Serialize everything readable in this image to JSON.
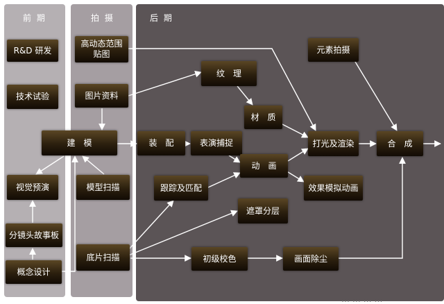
{
  "columns": {
    "pre": "前 期",
    "shoot": "拍 摄",
    "post": "后 期"
  },
  "nodes": {
    "rnd": "R&D 研发",
    "tech_test": "技术试验",
    "modeling": "建　模",
    "previs": "视觉预演",
    "storyboard": "分镜头故事板",
    "concept": "概念设计",
    "hdr": "高动态范围\n贴图",
    "photo_ref": "图片资料",
    "model_scan": "模型扫描",
    "plate_scan": "底片扫描",
    "texture": "纹　理",
    "material": "材　质",
    "assembly": "装　配",
    "mocap": "表演捕捉",
    "animation": "动　画",
    "tracking": "跟踪及匹配",
    "matte": "遮罩分层",
    "grading": "初级校色",
    "dust": "画面除尘",
    "lighting": "打光及渲染",
    "fx": "效果模拟动画",
    "element": "元素拍摄",
    "comp": "合　成"
  },
  "footer_fragment": "… … … …"
}
